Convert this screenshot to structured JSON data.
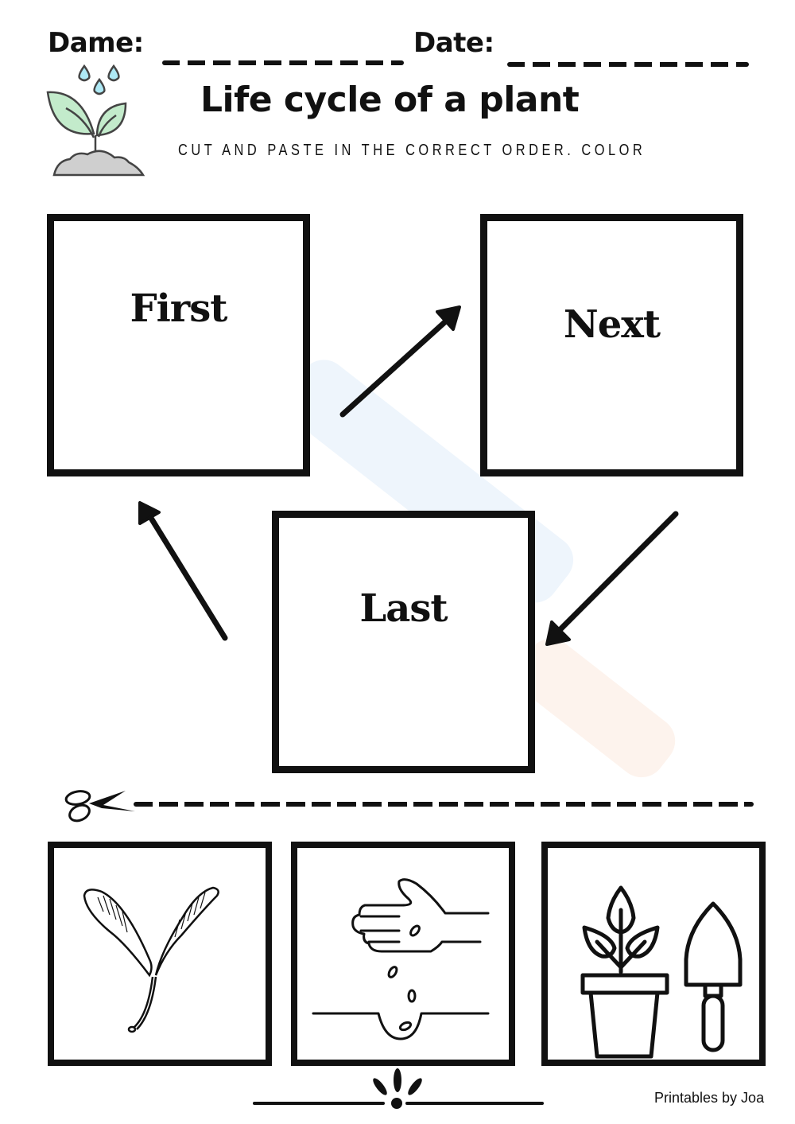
{
  "header": {
    "name_label": "Dame:",
    "date_label": "Date:",
    "name_field_placeholder": "__________",
    "date_field_placeholder": "__________",
    "title": "Life cycle of a plant",
    "subtitle": "CUT AND PASTE IN THE CORRECT ORDER. COLOR",
    "logo_icon": "sprouting-plant-with-water-drops-icon"
  },
  "sequence_boxes": [
    {
      "id": "first",
      "label": "First"
    },
    {
      "id": "next",
      "label": "Next"
    },
    {
      "id": "last",
      "label": "Last"
    }
  ],
  "arrows": [
    {
      "from": "first",
      "to": "next",
      "direction": "up-right"
    },
    {
      "from": "next",
      "to": "last",
      "direction": "down-left"
    },
    {
      "from": "last",
      "to": "first",
      "direction": "up-left"
    }
  ],
  "cut_line": {
    "icon": "scissors-icon",
    "style": "dashed"
  },
  "cutout_cards": [
    {
      "id": "card-1",
      "image": "maple-seed-samara-icon",
      "description": "Winged seed"
    },
    {
      "id": "card-2",
      "image": "hand-planting-seeds-icon",
      "description": "Hand sowing seeds into soil"
    },
    {
      "id": "card-3",
      "image": "potted-plant-and-trowel-icon",
      "description": "Potted plant with garden trowel"
    }
  ],
  "footer": {
    "ornament_icon": "flourish-divider-icon",
    "credit": "Printables by Joa"
  },
  "colors": {
    "ink": "#111111",
    "leaf_green": "#c3ebcb",
    "drop_blue": "#aee9f5",
    "soil_gray": "#cfcfcf",
    "background": "#ffffff"
  }
}
